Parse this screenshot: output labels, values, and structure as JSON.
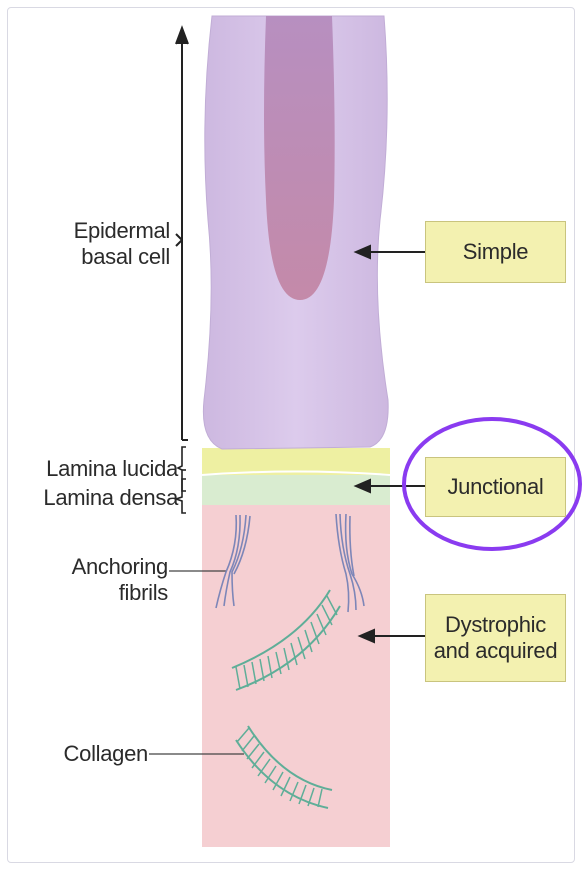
{
  "labels": {
    "epidermal_line1": "Epidermal",
    "epidermal_line2": "basal cell",
    "lamina_lucida": "Lamina lucida",
    "lamina_densa": "Lamina densa",
    "anchoring_line1": "Anchoring",
    "anchoring_line2": "fibrils",
    "collagen": "Collagen"
  },
  "categories": {
    "simple": "Simple",
    "junctional": "Junctional",
    "dystrophic_line1": "Dystrophic",
    "dystrophic_line2": "and acquired"
  },
  "colors": {
    "cell": "#d7c6e8",
    "nucleus": "#b98fb8",
    "lamina_lucida": "#eef0a2",
    "lamina_densa": "#d9ecd0",
    "dermis": "#f5cfd2",
    "collagen": "#5fae98",
    "fibril": "#7d86b8",
    "category_box": "#f3f1b0",
    "highlight_circle": "#8a3bf0"
  }
}
